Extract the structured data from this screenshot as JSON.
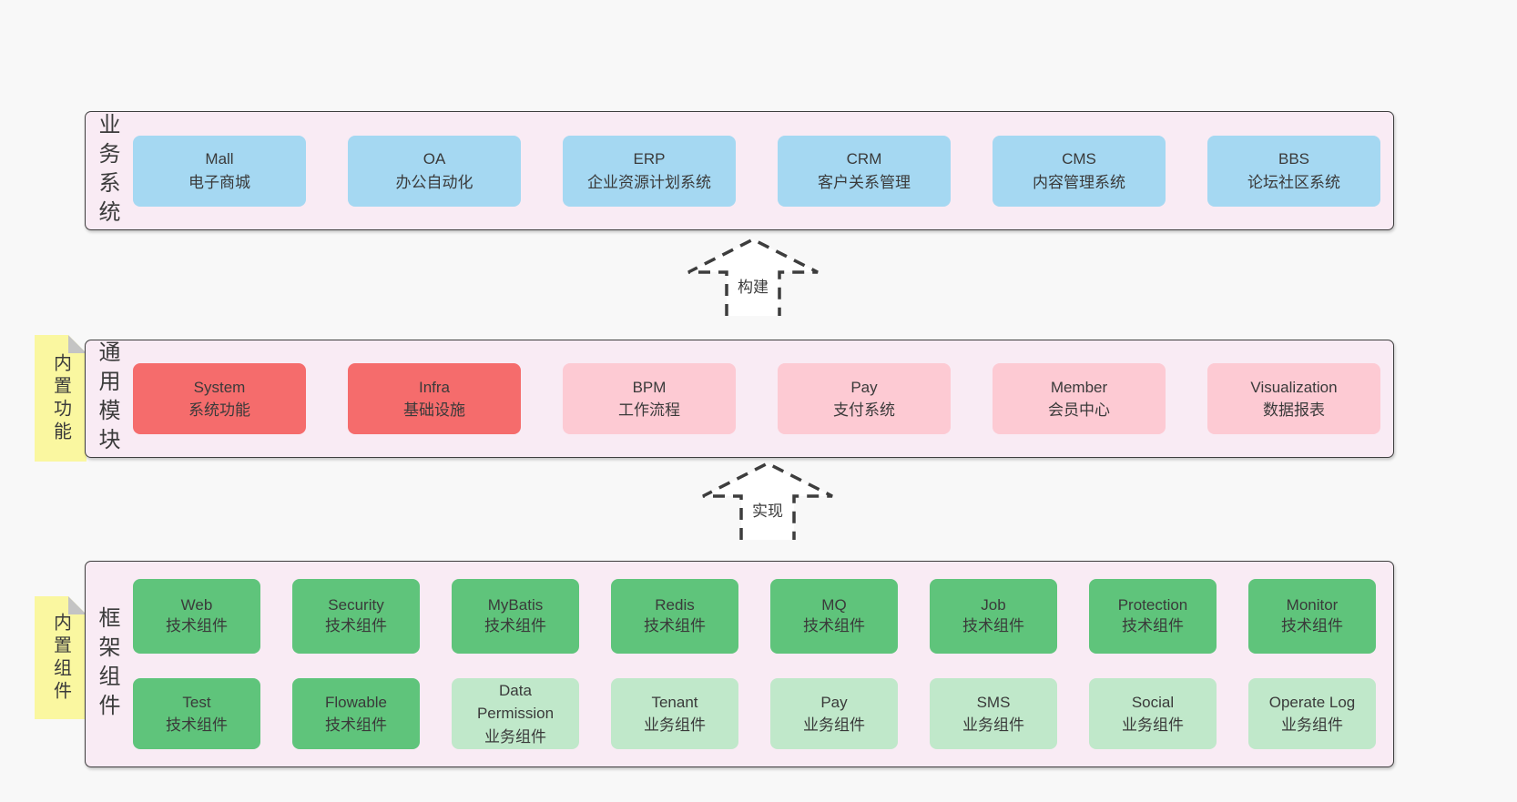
{
  "colors": {
    "page_bg": "#f8f8f8",
    "band_bg": "#f9ebf4",
    "band_border": "#3f3f3f",
    "blue": "#a5d8f2",
    "red": "#f56c6c",
    "pink": "#fdcad3",
    "green": "#5fc47b",
    "green_light": "#c0e8ca",
    "sticky_yellow": "#faf7a0",
    "sticky_fold": "#c4c4c4",
    "text": "#3b3b3b"
  },
  "arrows": [
    {
      "label": "构建"
    },
    {
      "label": "实现"
    }
  ],
  "bands": [
    {
      "side_label": "业务系统",
      "rows": [
        [
          {
            "variant": "blue",
            "lines": [
              "Mall",
              "电子商城"
            ]
          },
          {
            "variant": "blue",
            "lines": [
              "OA",
              "办公自动化"
            ]
          },
          {
            "variant": "blue",
            "lines": [
              "ERP",
              "企业资源计划系统"
            ]
          },
          {
            "variant": "blue",
            "lines": [
              "CRM",
              "客户关系管理"
            ]
          },
          {
            "variant": "blue",
            "lines": [
              "CMS",
              "内容管理系统"
            ]
          },
          {
            "variant": "blue",
            "lines": [
              "BBS",
              "论坛社区系统"
            ]
          }
        ]
      ]
    },
    {
      "side_label": "通用模块",
      "sticky": "内置功能",
      "rows": [
        [
          {
            "variant": "red",
            "lines": [
              "System",
              "系统功能"
            ]
          },
          {
            "variant": "red",
            "lines": [
              "Infra",
              "基础设施"
            ]
          },
          {
            "variant": "pink",
            "lines": [
              "BPM",
              "工作流程"
            ]
          },
          {
            "variant": "pink",
            "lines": [
              "Pay",
              "支付系统"
            ]
          },
          {
            "variant": "pink",
            "lines": [
              "Member",
              "会员中心"
            ]
          },
          {
            "variant": "pink",
            "lines": [
              "Visualization",
              "数据报表"
            ]
          }
        ]
      ]
    },
    {
      "side_label": "框架组件",
      "sticky": "内置组件",
      "rows": [
        [
          {
            "variant": "green",
            "lines": [
              "Web",
              "技术组件"
            ]
          },
          {
            "variant": "green",
            "lines": [
              "Security",
              "技术组件"
            ]
          },
          {
            "variant": "green",
            "lines": [
              "MyBatis",
              "技术组件"
            ]
          },
          {
            "variant": "green",
            "lines": [
              "Redis",
              "技术组件"
            ]
          },
          {
            "variant": "green",
            "lines": [
              "MQ",
              "技术组件"
            ]
          },
          {
            "variant": "green",
            "lines": [
              "Job",
              "技术组件"
            ]
          },
          {
            "variant": "green",
            "lines": [
              "Protection",
              "技术组件"
            ]
          },
          {
            "variant": "green",
            "lines": [
              "Monitor",
              "技术组件"
            ]
          }
        ],
        [
          {
            "variant": "green",
            "lines": [
              "Test",
              "技术组件"
            ]
          },
          {
            "variant": "green",
            "lines": [
              "Flowable",
              "技术组件"
            ]
          },
          {
            "variant": "green_light",
            "lines": [
              "Data",
              "Permission",
              "业务组件"
            ]
          },
          {
            "variant": "green_light",
            "lines": [
              "Tenant",
              "业务组件"
            ]
          },
          {
            "variant": "green_light",
            "lines": [
              "Pay",
              "业务组件"
            ]
          },
          {
            "variant": "green_light",
            "lines": [
              "SMS",
              "业务组件"
            ]
          },
          {
            "variant": "green_light",
            "lines": [
              "Social",
              "业务组件"
            ]
          },
          {
            "variant": "green_light",
            "lines": [
              "Operate Log",
              "业务组件"
            ]
          }
        ]
      ]
    }
  ]
}
